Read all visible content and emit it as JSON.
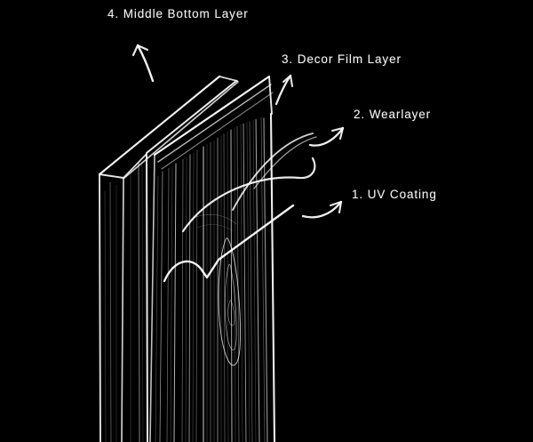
{
  "diagram": {
    "title": "Layered flooring plank construction diagram",
    "background_color": "#000000",
    "line_color": "#ffffff",
    "style": "white line sketch on black background, isometric cutaway",
    "callouts": [
      {
        "id": "callout-4",
        "number": "4.",
        "text": "4.  Middle   Bottom  Layer",
        "target": "middle-bottom-layer",
        "arrow": "curved arrow pointing up and left to the back slab top edge"
      },
      {
        "id": "callout-3",
        "number": "3.",
        "text": "3.  Decor  Film  Layer",
        "target": "decor-film-layer",
        "arrow": "curved arrow pointing up to the top edge of the decor panel"
      },
      {
        "id": "callout-2",
        "number": "2.",
        "text": "2.  Wearlayer",
        "target": "wearlayer",
        "arrow": "curved arrow pointing up and right from the panel edge"
      },
      {
        "id": "callout-1",
        "number": "1.",
        "text": "1.  UV Coating",
        "target": "uv-coating",
        "arrow": "curved arrow pointing up and right from the panel front face"
      }
    ],
    "layers": [
      {
        "index": 1,
        "name": "UV Coating"
      },
      {
        "index": 2,
        "name": "Wearlayer"
      },
      {
        "index": 3,
        "name": "Decor Film Layer"
      },
      {
        "index": 4,
        "name": "Middle Bottom Layer"
      }
    ],
    "features": {
      "back_slab": "rectangular backing slab drawn in isometric perspective at the left",
      "front_panel": "front decor panel covered in vertical woodgrain striations",
      "woodgrain": "dense vertical grain lines with an elongated knot whorl near the center",
      "leader_lines": "thin straight leader lines from the panel edge toward the right-hand callouts"
    }
  }
}
